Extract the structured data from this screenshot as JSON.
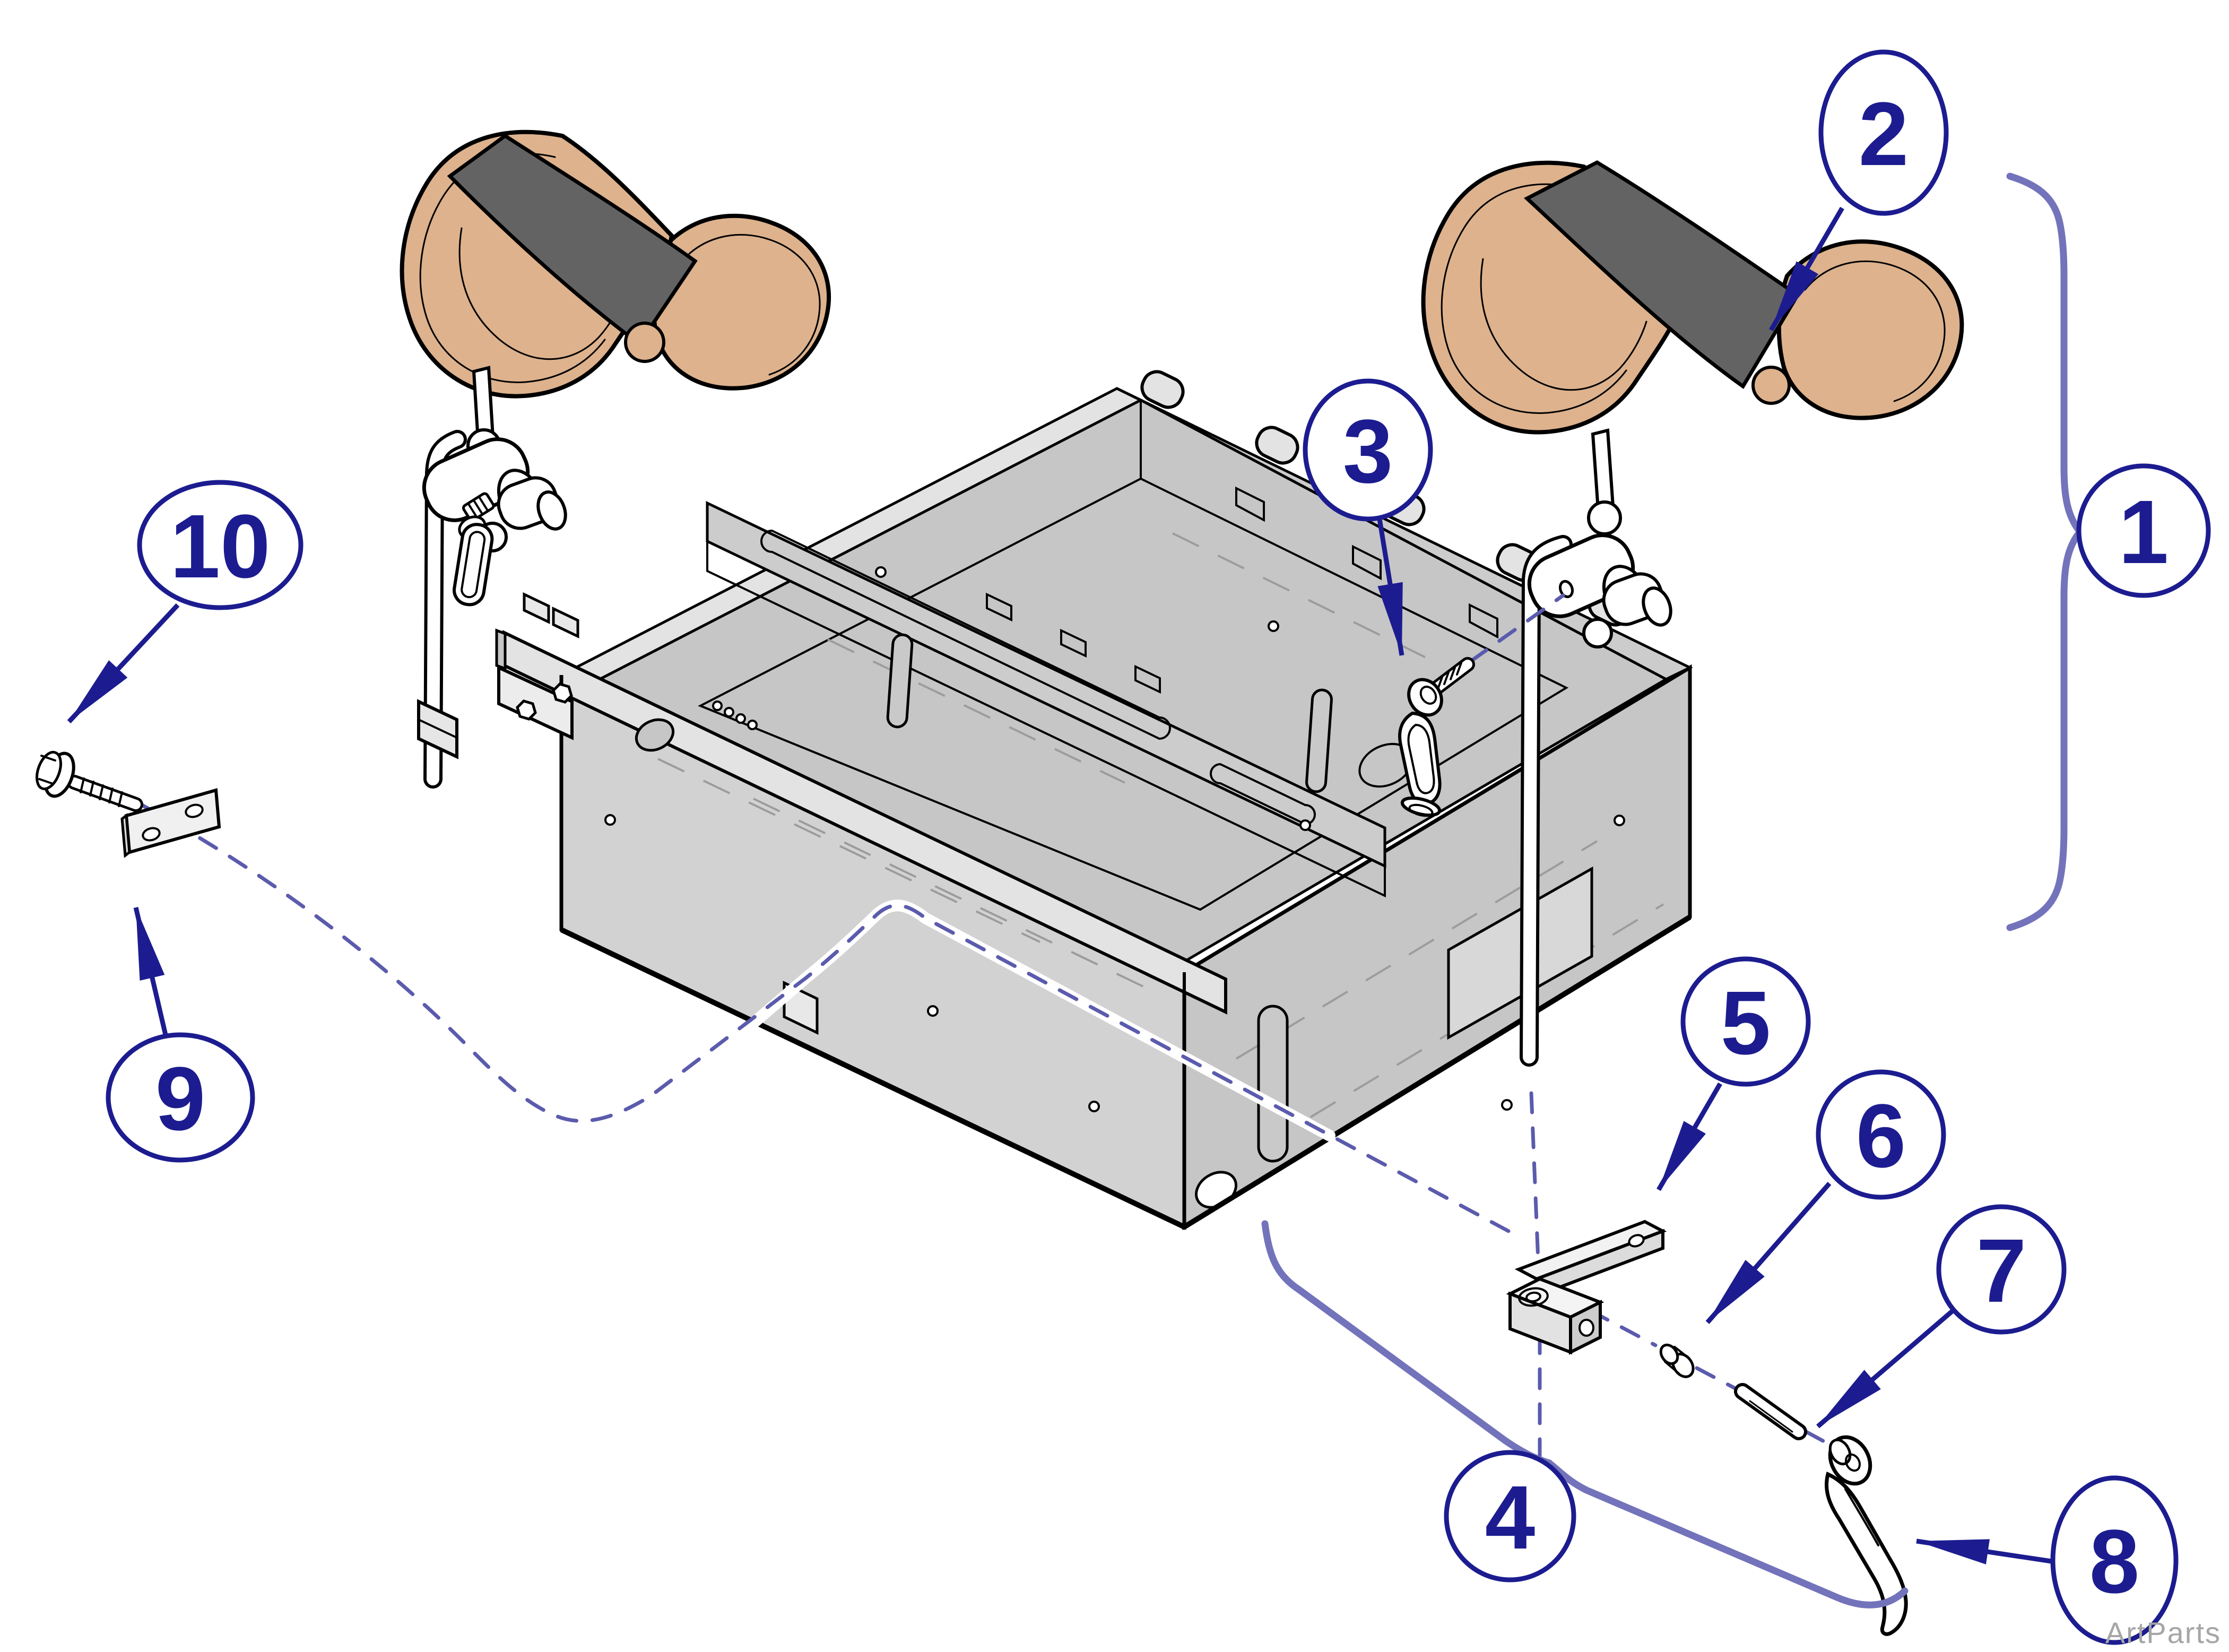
{
  "watermark": "ArtParts",
  "callouts": [
    {
      "label": "1"
    },
    {
      "label": "2"
    },
    {
      "label": "3"
    },
    {
      "label": "4"
    },
    {
      "label": "5"
    },
    {
      "label": "6"
    },
    {
      "label": "7"
    },
    {
      "label": "8"
    },
    {
      "label": "9"
    },
    {
      "label": "10"
    }
  ],
  "colors": {
    "callout": "#1c1c90",
    "leader": "#5b5bad",
    "brace": "#7373bb",
    "cushion": "#ddb28d",
    "strap": "#636363",
    "metal": "#d2d2d2",
    "metal_dark": "#c6c6c6",
    "metal_mid": "#cccccc",
    "metal_light": "#e3e3e3",
    "hidden": "#9c9c9c",
    "outline": "#000000",
    "watermark_color": "#a6a6a6"
  }
}
